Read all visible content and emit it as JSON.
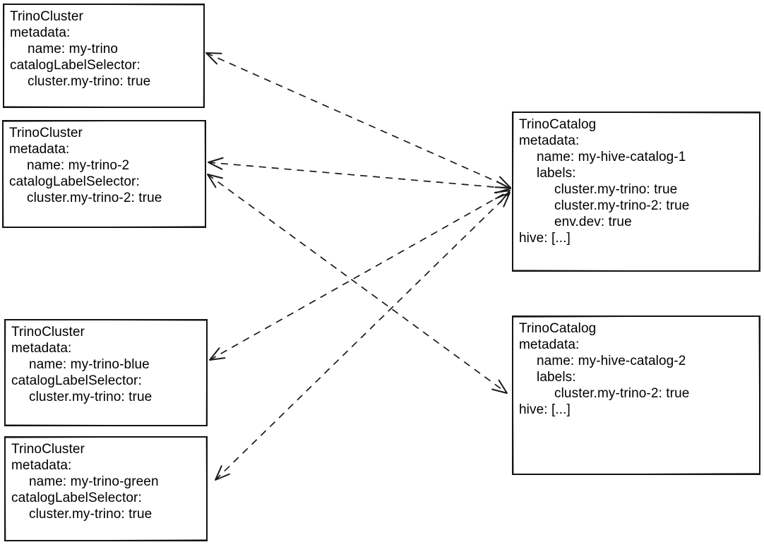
{
  "colors": {
    "stroke": "#1a1a1a",
    "text": "#000000",
    "background": "#ffffff"
  },
  "nodes": [
    {
      "id": "trinocluster-my-trino",
      "kind": "TrinoCluster",
      "lines": [
        {
          "text": "TrinoCluster",
          "indent": 0
        },
        {
          "text": "metadata:",
          "indent": 0
        },
        {
          "text": "name: my-trino",
          "indent": 1
        },
        {
          "text": "catalogLabelSelector:",
          "indent": 0
        },
        {
          "text": "cluster.my-trino: true",
          "indent": 1
        }
      ]
    },
    {
      "id": "trinocluster-my-trino-2",
      "kind": "TrinoCluster",
      "lines": [
        {
          "text": "TrinoCluster",
          "indent": 0
        },
        {
          "text": "metadata:",
          "indent": 0
        },
        {
          "text": "name: my-trino-2",
          "indent": 1
        },
        {
          "text": "catalogLabelSelector:",
          "indent": 0
        },
        {
          "text": "cluster.my-trino-2: true",
          "indent": 1
        }
      ]
    },
    {
      "id": "trinocluster-my-trino-blue",
      "kind": "TrinoCluster",
      "lines": [
        {
          "text": "TrinoCluster",
          "indent": 0
        },
        {
          "text": "metadata:",
          "indent": 0
        },
        {
          "text": "name: my-trino-blue",
          "indent": 1
        },
        {
          "text": "catalogLabelSelector:",
          "indent": 0
        },
        {
          "text": "cluster.my-trino: true",
          "indent": 1
        }
      ]
    },
    {
      "id": "trinocluster-my-trino-green",
      "kind": "TrinoCluster",
      "lines": [
        {
          "text": "TrinoCluster",
          "indent": 0
        },
        {
          "text": "metadata:",
          "indent": 0
        },
        {
          "text": "name: my-trino-green",
          "indent": 1
        },
        {
          "text": "catalogLabelSelector:",
          "indent": 0
        },
        {
          "text": "cluster.my-trino: true",
          "indent": 1
        }
      ]
    },
    {
      "id": "trinocatalog-my-hive-catalog-1",
      "kind": "TrinoCatalog",
      "lines": [
        {
          "text": "TrinoCatalog",
          "indent": 0
        },
        {
          "text": "metadata:",
          "indent": 0
        },
        {
          "text": "name: my-hive-catalog-1",
          "indent": 1
        },
        {
          "text": "labels:",
          "indent": 1
        },
        {
          "text": "cluster.my-trino: true",
          "indent": 2
        },
        {
          "text": "cluster.my-trino-2: true",
          "indent": 2
        },
        {
          "text": "env.dev: true",
          "indent": 2
        },
        {
          "text": "hive: [...]",
          "indent": 0
        }
      ]
    },
    {
      "id": "trinocatalog-my-hive-catalog-2",
      "kind": "TrinoCatalog",
      "lines": [
        {
          "text": "TrinoCatalog",
          "indent": 0
        },
        {
          "text": "metadata:",
          "indent": 0
        },
        {
          "text": "name: my-hive-catalog-2",
          "indent": 1
        },
        {
          "text": "labels:",
          "indent": 1
        },
        {
          "text": "cluster.my-trino-2: true",
          "indent": 2
        },
        {
          "text": "hive: [...]",
          "indent": 0
        }
      ]
    }
  ],
  "edges": [
    {
      "endpoints": [
        "trinocluster-my-trino",
        "trinocatalog-my-hive-catalog-1"
      ],
      "style": "dashed",
      "arrowheads": "both"
    },
    {
      "endpoints": [
        "trinocluster-my-trino-2",
        "trinocatalog-my-hive-catalog-1"
      ],
      "style": "dashed",
      "arrowheads": "both"
    },
    {
      "endpoints": [
        "trinocluster-my-trino-blue",
        "trinocatalog-my-hive-catalog-1"
      ],
      "style": "dashed",
      "arrowheads": "both"
    },
    {
      "endpoints": [
        "trinocluster-my-trino-green",
        "trinocatalog-my-hive-catalog-1"
      ],
      "style": "dashed",
      "arrowheads": "both"
    },
    {
      "endpoints": [
        "trinocluster-my-trino-2",
        "trinocatalog-my-hive-catalog-2"
      ],
      "style": "dashed",
      "arrowheads": "both"
    }
  ]
}
